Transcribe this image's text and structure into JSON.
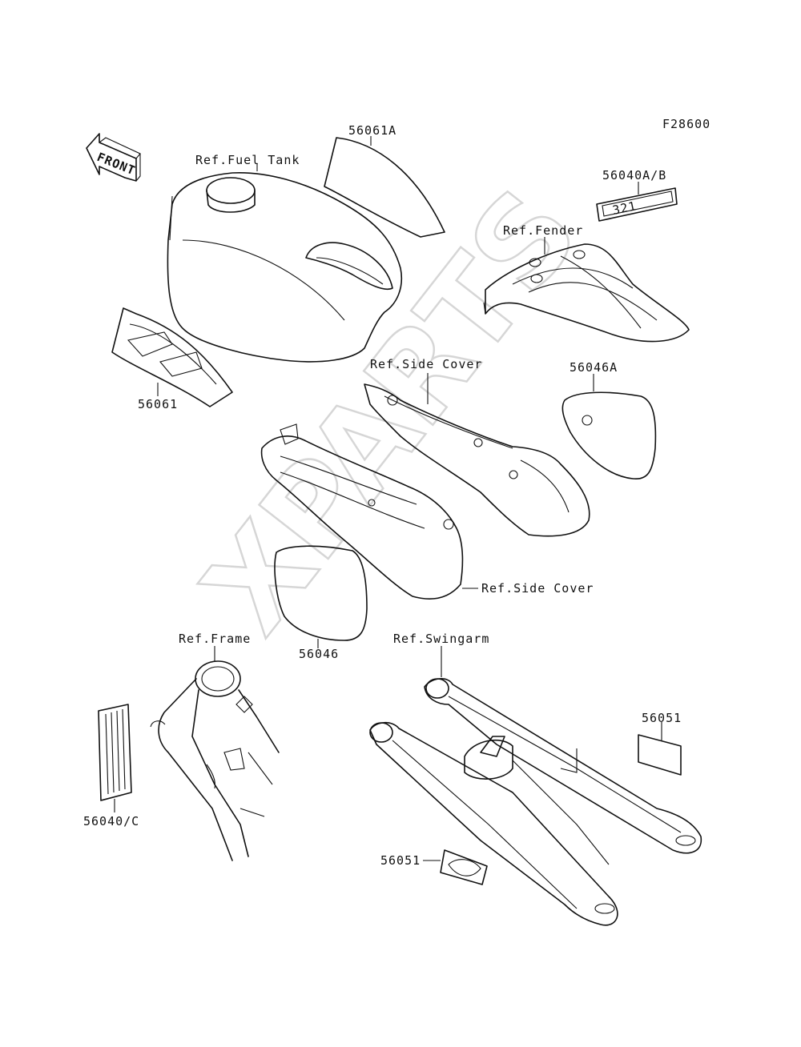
{
  "diagram_code": "F28600",
  "watermark": "XPARTS",
  "front_arrow": {
    "label": "FRONT",
    "icon": "front-arrow-icon"
  },
  "labels": {
    "decal_tank_top": "56061A",
    "ref_fuel_tank": "Ref.Fuel Tank",
    "emblem_56040ab": "56040A/B",
    "ref_fender": "Ref.Fender",
    "decal_56061": "56061",
    "ref_side_cover_upper": "Ref.Side Cover",
    "decal_56046a": "56046A",
    "ref_side_cover_lower": "Ref.Side Cover",
    "ref_frame": "Ref.Frame",
    "decal_56046": "56046",
    "ref_swingarm": "Ref.Swingarm",
    "label_56051_right": "56051",
    "label_56040c": "56040/C",
    "label_56051_lower": "56051"
  },
  "emblem_text": "321"
}
